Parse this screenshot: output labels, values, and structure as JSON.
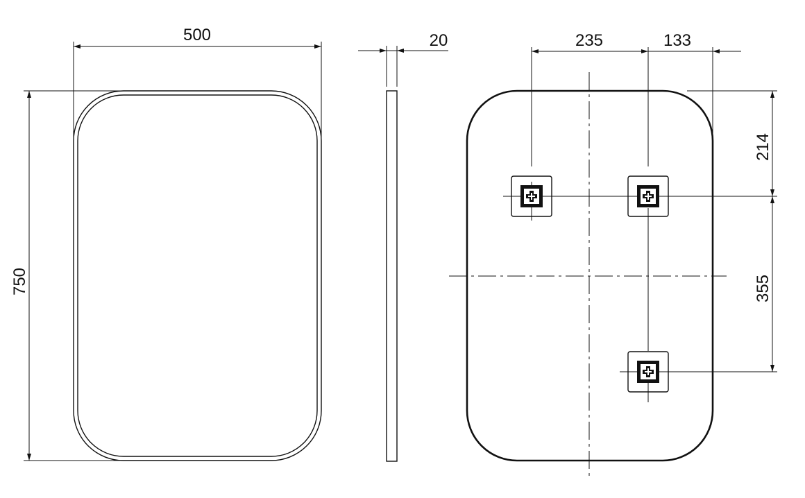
{
  "front_view": {
    "width_label": "500",
    "height_label": "750"
  },
  "side_view": {
    "depth_label": "20"
  },
  "back_view": {
    "hanger_h_spacing_label": "235",
    "hanger_edge_offset_label": "133",
    "hanger_top_offset_label": "214",
    "hanger_v_spacing_label": "355"
  },
  "colors": {
    "line": "#111111",
    "background": "#ffffff"
  },
  "hanger_icon": "cross-bracket-icon"
}
